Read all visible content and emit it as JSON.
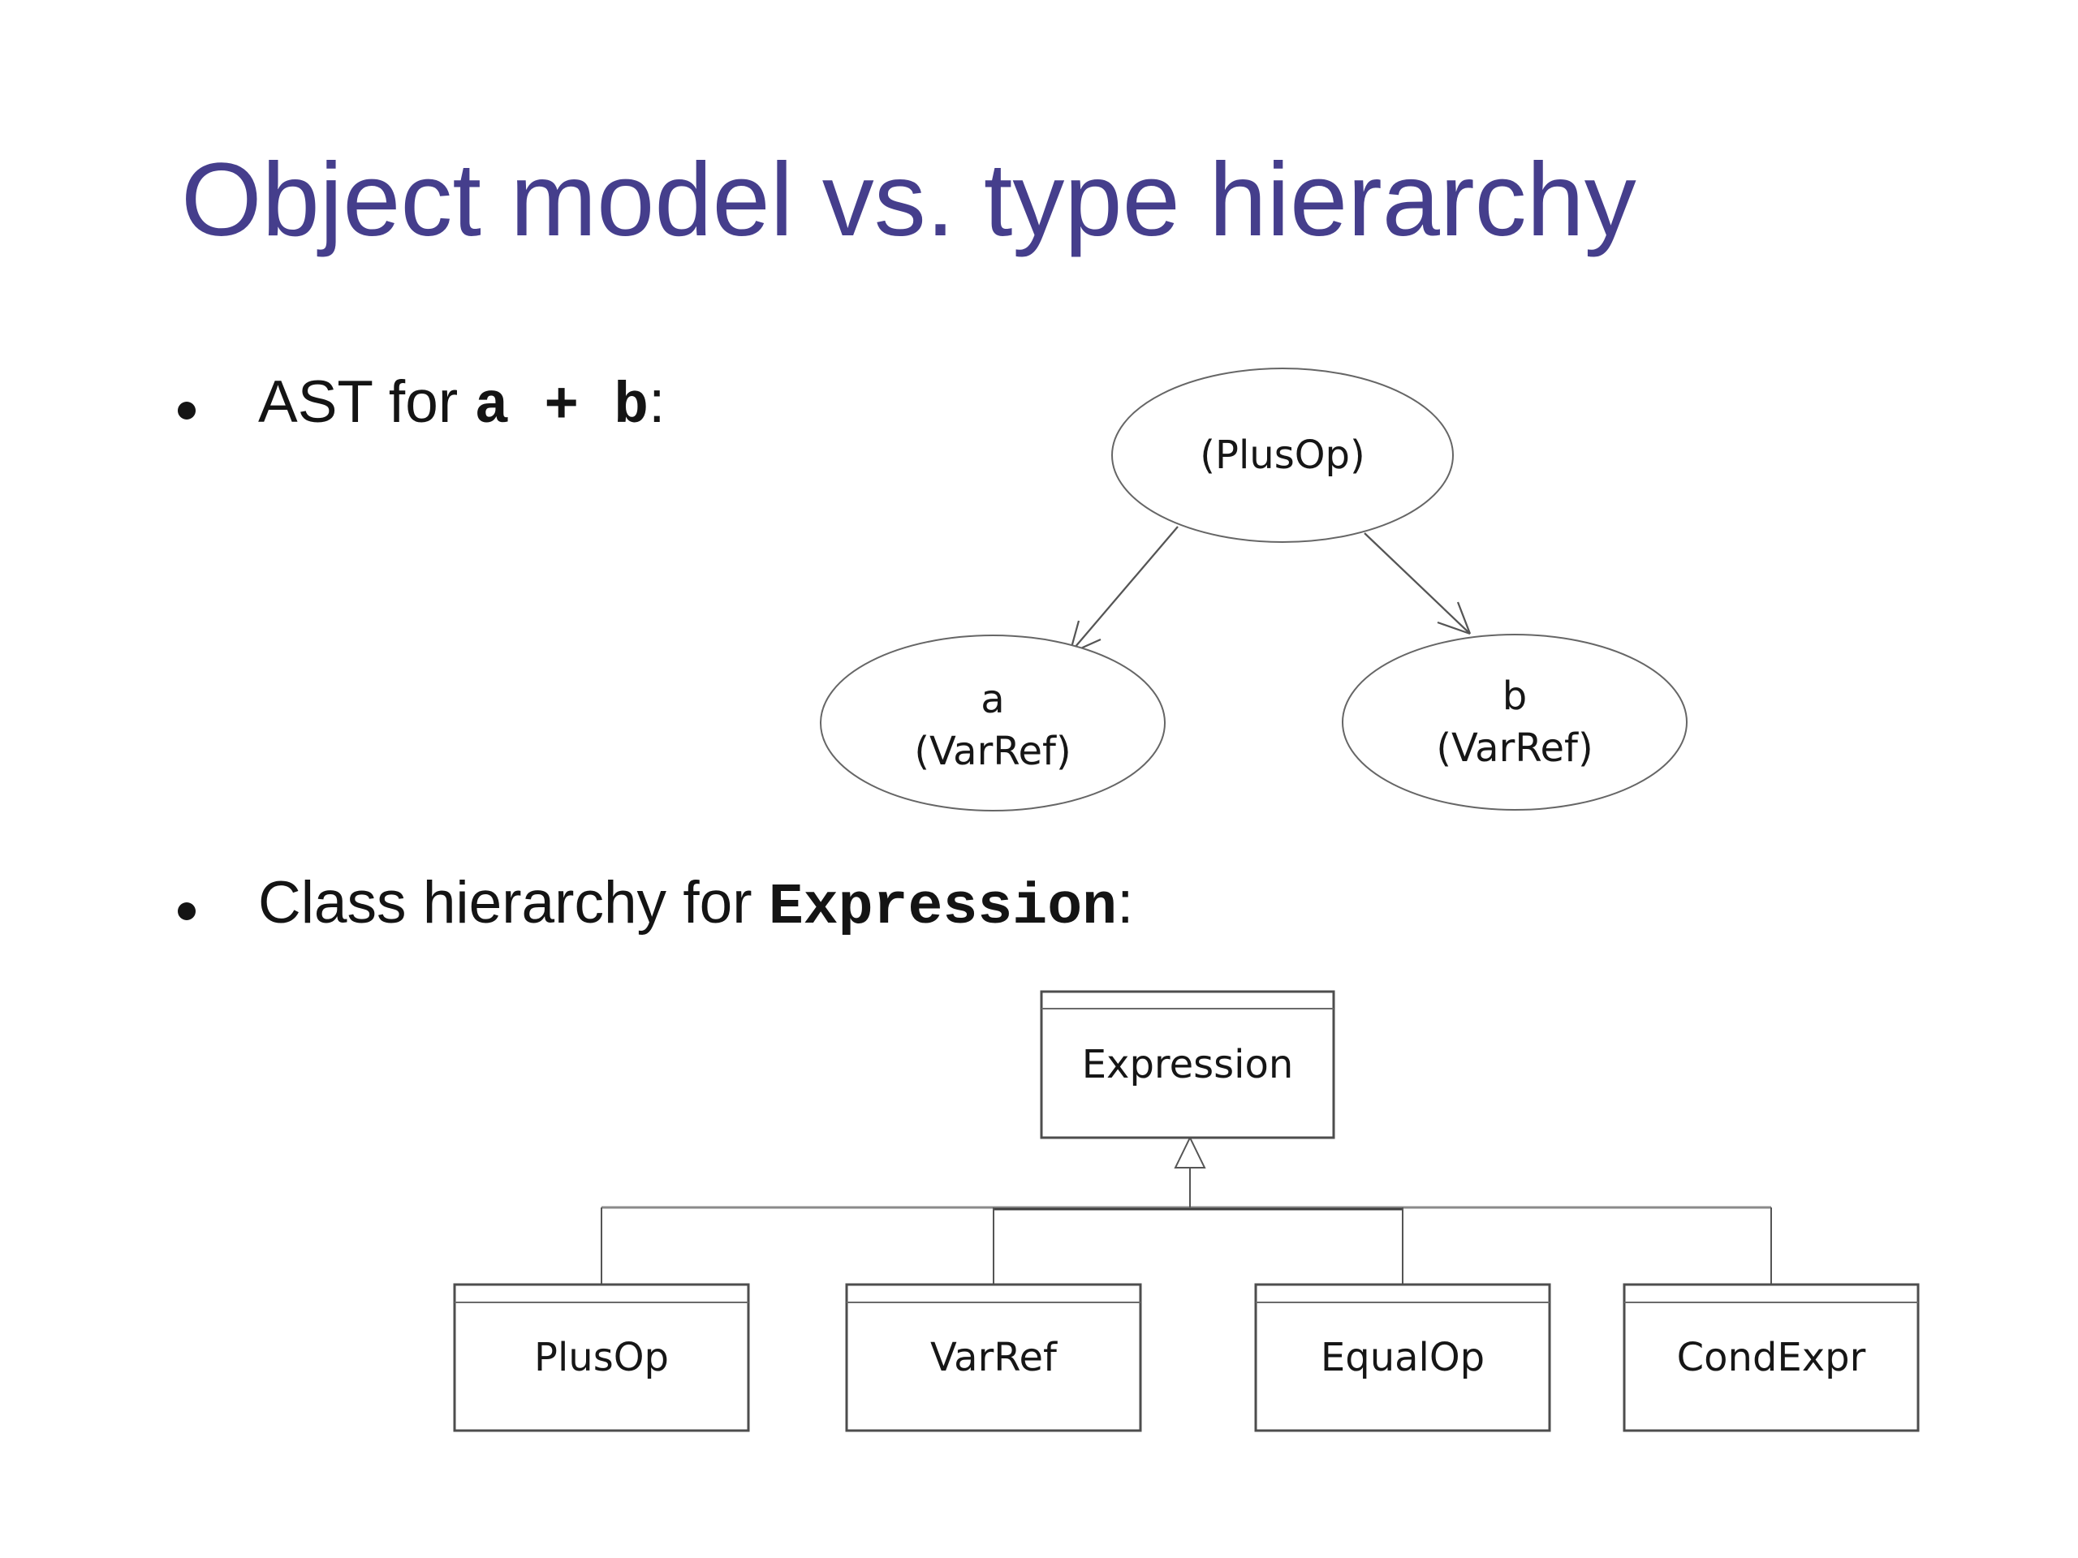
{
  "slide": {
    "title": "Object model vs. type hierarchy",
    "bullet1": {
      "prefix": "AST for ",
      "code": "a + b",
      "suffix": ":"
    },
    "bullet2": {
      "prefix": "Class hierarchy for ",
      "code": "Expression",
      "suffix": ":"
    }
  },
  "ast": {
    "root_label": "(PlusOp)",
    "left_name": "a",
    "left_type": "(VarRef)",
    "right_name": "b",
    "right_type": "(VarRef)"
  },
  "uml": {
    "parent_label": "Expression",
    "child1": "PlusOp",
    "child2": "VarRef",
    "child3": "EqualOp",
    "child4": "CondExpr"
  },
  "colors": {
    "title": "#453e8c",
    "text": "#141414",
    "line": "#555555",
    "background": "#ffffff"
  }
}
